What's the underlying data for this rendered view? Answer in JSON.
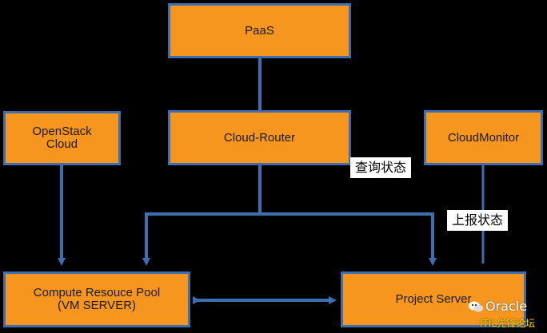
{
  "nodes": {
    "paas": "PaaS",
    "openstack": "OpenStack\nCloud",
    "cloud_router": "Cloud-Router",
    "cloud_monitor": "CloudMonitor",
    "compute_pool": "Compute Resouce Pool\n(VM SERVER)",
    "project_server": "Project Server"
  },
  "labels": {
    "query_status": "查询状态",
    "report_status": "上报状态"
  },
  "watermark": {
    "brand": "Oracle",
    "forum": "ITIL先锋论坛"
  },
  "colors": {
    "node_fill": "#F7961E",
    "node_border": "#3D6EB0",
    "connector": "#3D6EB0",
    "background": "#000000"
  }
}
